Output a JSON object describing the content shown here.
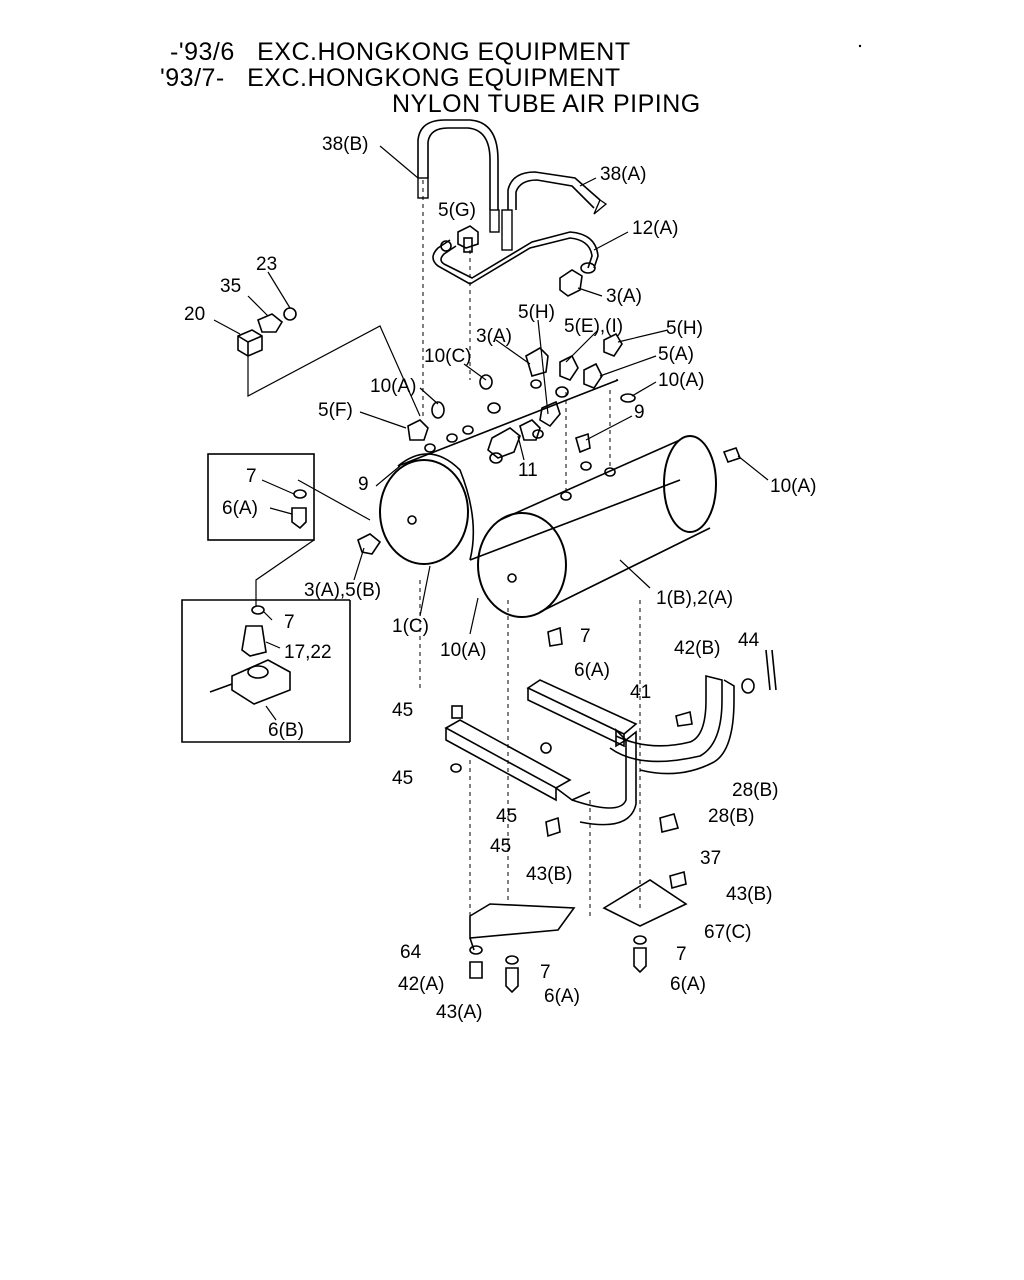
{
  "header": {
    "line1": "-'93/6   EXC.HONGKONG EQUIPMENT",
    "line2": "'93/7-   EXC.HONGKONG EQUIPMENT",
    "line3": "NYLON TUBE AIR PIPING"
  },
  "callouts": {
    "c38b": "38(B)",
    "c38a": "38(A)",
    "c5g": "5(G)",
    "c12a": "12(A)",
    "c3a_top": "3(A)",
    "c23": "23",
    "c35": "35",
    "c20": "20",
    "c5h_left": "5(H)",
    "c5ei": "5(E),(I)",
    "c5h_right": "5(H)",
    "c3a_mid": "3(A)",
    "c5a": "5(A)",
    "c10c": "10(C)",
    "c10a_right": "10(A)",
    "c10a_left": "10(A)",
    "c5f": "5(F)",
    "c9_right": "9",
    "c11": "11",
    "c9_left": "9",
    "c10a_far": "10(A)",
    "c7_box": "7",
    "c6a_box": "6(A)",
    "c3a5b": "3(A),5(B)",
    "c1c": "1(C)",
    "c1b2a": "1(B),2(A)",
    "c10a_low": "10(A)",
    "c7_low": "7",
    "c7_b2": "7",
    "c1722": "17,22",
    "c6b": "6(B)",
    "c6a_mid": "6(A)",
    "c42b": "42(B)",
    "c44": "44",
    "c41": "41",
    "c45_a": "45",
    "c45_b": "45",
    "c45_c": "45",
    "c45_d": "45",
    "c28b_a": "28(B)",
    "c28b_b": "28(B)",
    "c37": "37",
    "c43b_a": "43(B)",
    "c43b_b": "43(B)",
    "c64": "64",
    "c67c": "67(C)",
    "c7_bl": "7",
    "c7_br": "7",
    "c42a": "42(A)",
    "c43a": "43(A)",
    "c6a_bl": "6(A)",
    "c6a_br": "6(A)"
  }
}
